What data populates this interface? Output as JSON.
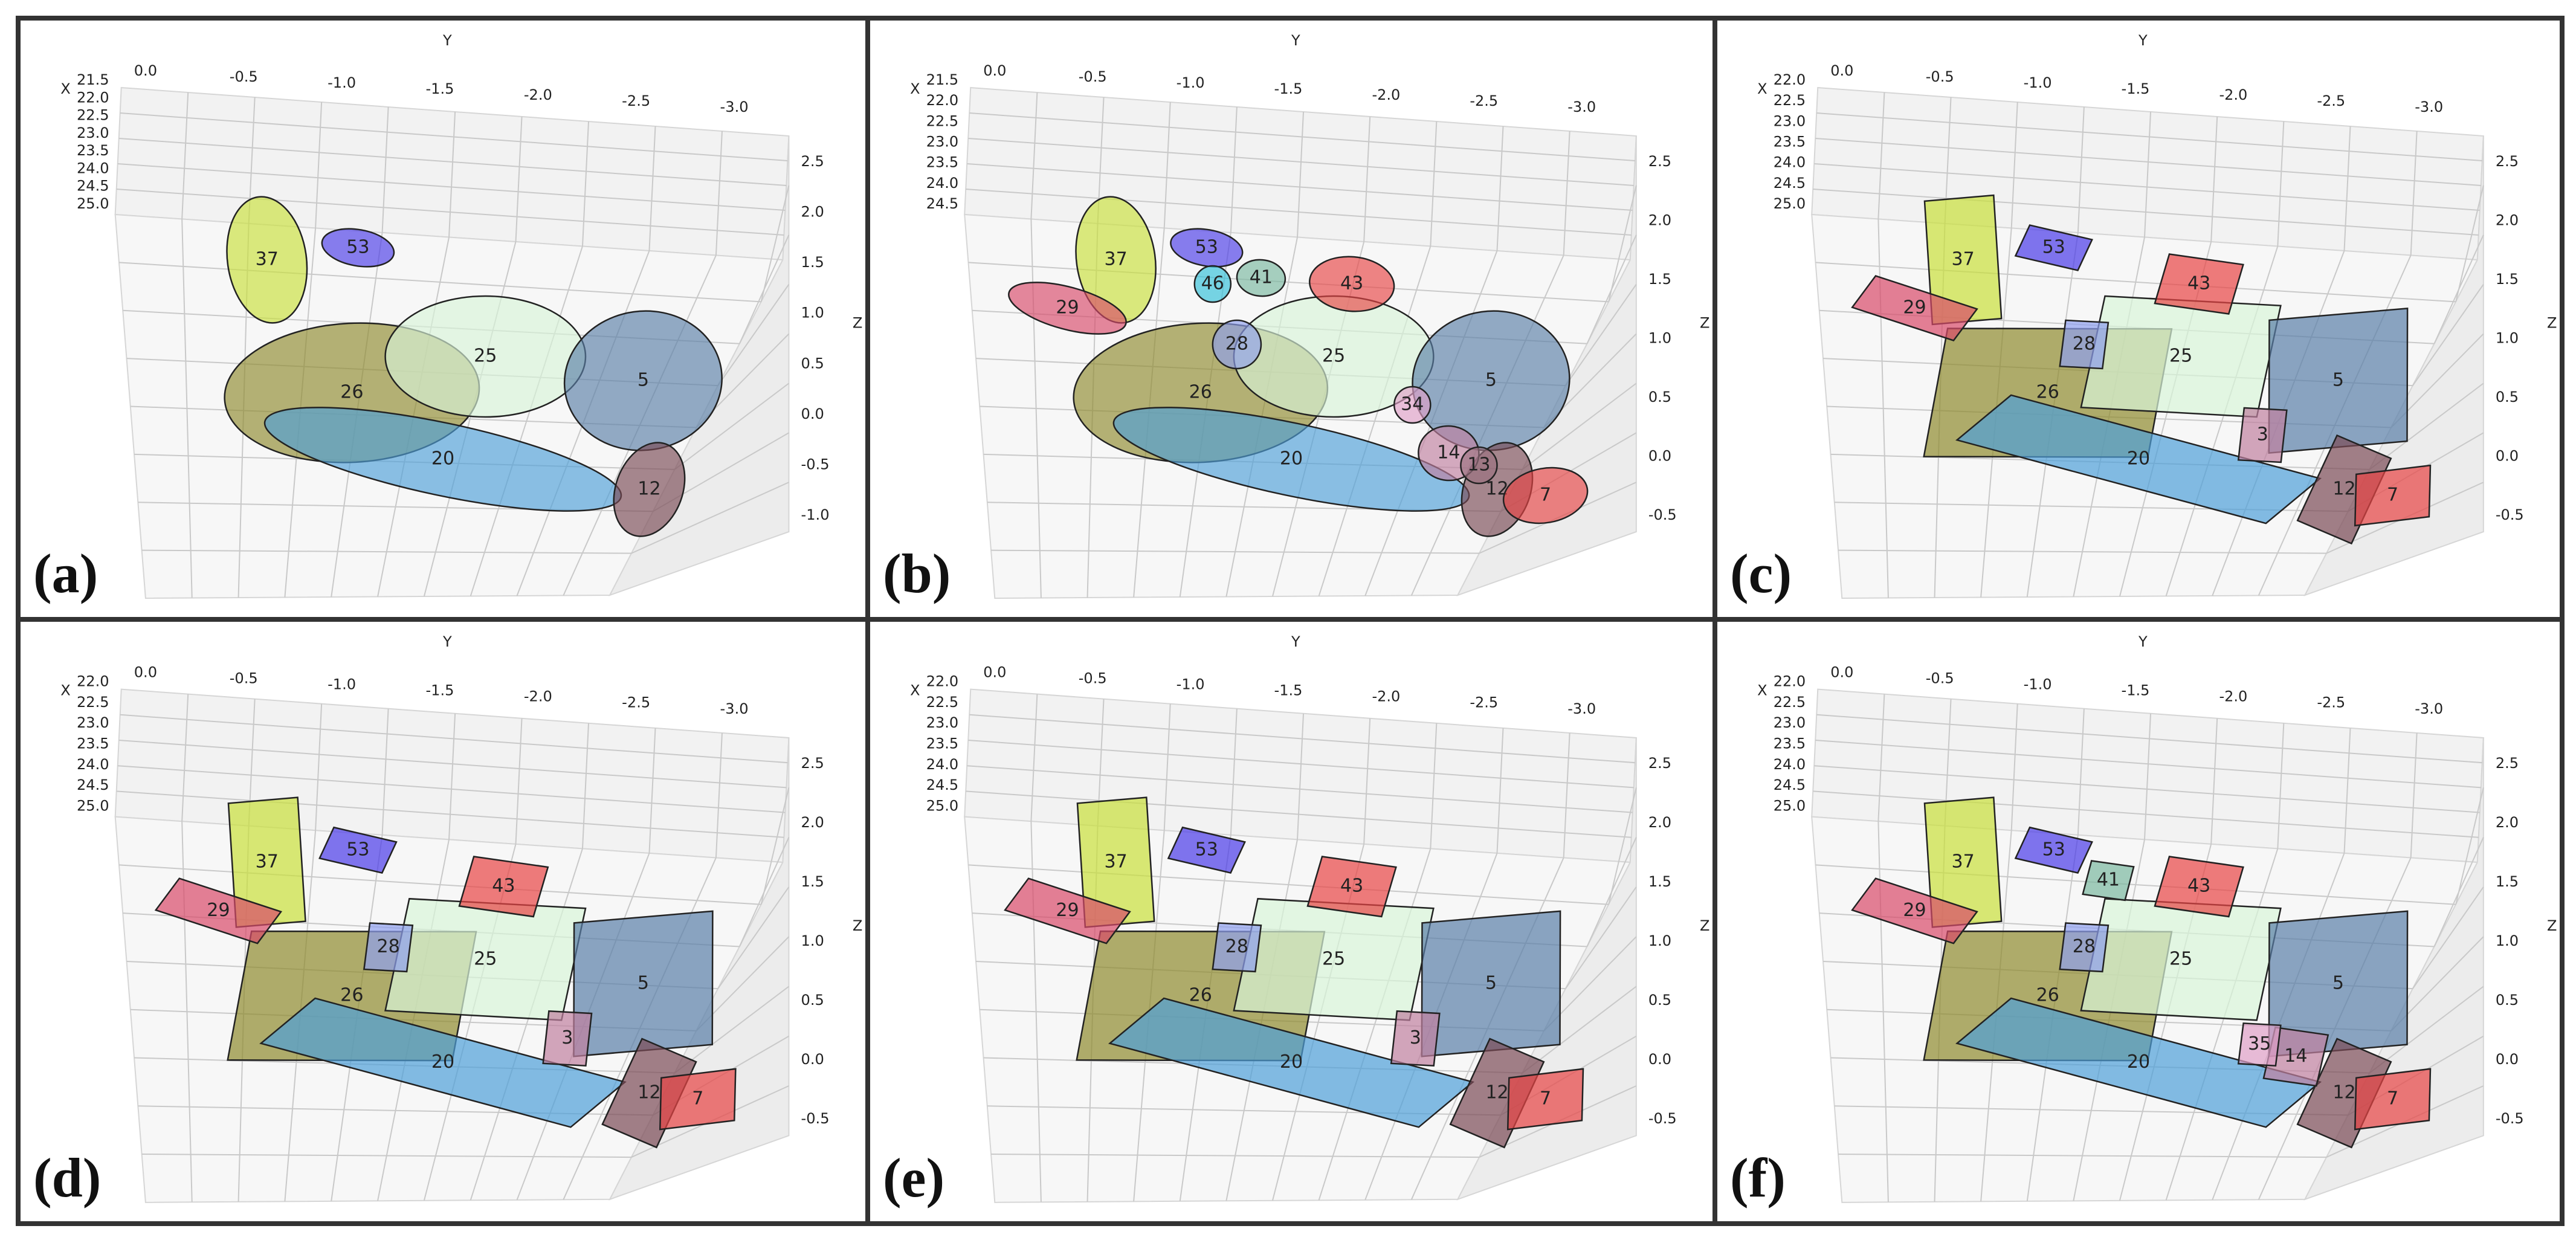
{
  "panels": [
    {
      "label": "(a)",
      "shape": "ellipse",
      "x_axis": {
        "letter": "X",
        "ticks": [
          "21.5",
          "22.0",
          "22.5",
          "23.0",
          "23.5",
          "24.0",
          "24.5",
          "25.0"
        ]
      },
      "y_axis": {
        "letter": "Y",
        "ticks": [
          "0.0",
          "-0.5",
          "-1.0",
          "-1.5",
          "-2.0",
          "-2.5",
          "-3.0"
        ]
      },
      "z_axis": {
        "letter": "Z",
        "ticks": [
          "2.5",
          "2.0",
          "1.5",
          "1.0",
          "0.5",
          "0.0",
          "-0.5",
          "-1.0"
        ]
      },
      "plates": [
        {
          "id": "37",
          "color": "#c9e03a"
        },
        {
          "id": "53",
          "color": "#4a3be8"
        },
        {
          "id": "25",
          "color": "#d8f5d8"
        },
        {
          "id": "26",
          "color": "#8f8a2e"
        },
        {
          "id": "5",
          "color": "#5a7fa8"
        },
        {
          "id": "20",
          "color": "#4f9fd8"
        },
        {
          "id": "12",
          "color": "#7a4a55"
        }
      ]
    },
    {
      "label": "(b)",
      "shape": "ellipse",
      "x_axis": {
        "letter": "X",
        "ticks": [
          "21.5",
          "22.0",
          "22.5",
          "23.0",
          "23.5",
          "24.0",
          "24.5"
        ]
      },
      "y_axis": {
        "letter": "Y",
        "ticks": [
          "0.0",
          "-0.5",
          "-1.0",
          "-1.5",
          "-2.0",
          "-2.5",
          "-3.0"
        ]
      },
      "z_axis": {
        "letter": "Z",
        "ticks": [
          "2.5",
          "2.0",
          "1.5",
          "1.0",
          "0.5",
          "0.0",
          "-0.5"
        ]
      },
      "plates": [
        {
          "id": "37",
          "color": "#c9e03a"
        },
        {
          "id": "53",
          "color": "#4a3be8"
        },
        {
          "id": "41",
          "color": "#7ab8a0"
        },
        {
          "id": "43",
          "color": "#e84545"
        },
        {
          "id": "46",
          "color": "#30c0d8"
        },
        {
          "id": "29",
          "color": "#d84a6a"
        },
        {
          "id": "28",
          "color": "#8fa0f0"
        },
        {
          "id": "25",
          "color": "#d8f5d8"
        },
        {
          "id": "26",
          "color": "#8f8a2e"
        },
        {
          "id": "5",
          "color": "#5a7fa8"
        },
        {
          "id": "34",
          "color": "#e0a0c8"
        },
        {
          "id": "14",
          "color": "#c080a0"
        },
        {
          "id": "13",
          "color": "#9a7080"
        },
        {
          "id": "12",
          "color": "#7a4a55"
        },
        {
          "id": "20",
          "color": "#4f9fd8"
        },
        {
          "id": "7",
          "color": "#e84545"
        }
      ]
    },
    {
      "label": "(c)",
      "shape": "polygon",
      "x_axis": {
        "letter": "X",
        "ticks": [
          "22.0",
          "22.5",
          "23.0",
          "23.5",
          "24.0",
          "24.5",
          "25.0"
        ]
      },
      "y_axis": {
        "letter": "Y",
        "ticks": [
          "0.0",
          "-0.5",
          "-1.0",
          "-1.5",
          "-2.0",
          "-2.5",
          "-3.0"
        ]
      },
      "z_axis": {
        "letter": "Z",
        "ticks": [
          "2.5",
          "2.0",
          "1.5",
          "1.0",
          "0.5",
          "0.0",
          "-0.5"
        ]
      },
      "plates": [
        {
          "id": "37",
          "color": "#c9e03a"
        },
        {
          "id": "53",
          "color": "#4a3be8"
        },
        {
          "id": "43",
          "color": "#e84545"
        },
        {
          "id": "29",
          "color": "#d84a6a"
        },
        {
          "id": "28",
          "color": "#8fa0f0"
        },
        {
          "id": "25",
          "color": "#d8f5d8"
        },
        {
          "id": "26",
          "color": "#8f8a2e"
        },
        {
          "id": "5",
          "color": "#5a7fa8"
        },
        {
          "id": "3",
          "color": "#c080a0"
        },
        {
          "id": "12",
          "color": "#7a4a55"
        },
        {
          "id": "20",
          "color": "#4f9fd8"
        },
        {
          "id": "7",
          "color": "#e84545"
        }
      ]
    },
    {
      "label": "(d)",
      "shape": "polygon",
      "x_axis": {
        "letter": "X",
        "ticks": [
          "22.0",
          "22.5",
          "23.0",
          "23.5",
          "24.0",
          "24.5",
          "25.0"
        ]
      },
      "y_axis": {
        "letter": "Y",
        "ticks": [
          "0.0",
          "-0.5",
          "-1.0",
          "-1.5",
          "-2.0",
          "-2.5",
          "-3.0"
        ]
      },
      "z_axis": {
        "letter": "Z",
        "ticks": [
          "2.5",
          "2.0",
          "1.5",
          "1.0",
          "0.5",
          "0.0",
          "-0.5"
        ]
      },
      "plates": [
        {
          "id": "37",
          "color": "#c9e03a"
        },
        {
          "id": "53",
          "color": "#4a3be8"
        },
        {
          "id": "43",
          "color": "#e84545"
        },
        {
          "id": "29",
          "color": "#d84a6a"
        },
        {
          "id": "28",
          "color": "#8fa0f0"
        },
        {
          "id": "25",
          "color": "#d8f5d8"
        },
        {
          "id": "26",
          "color": "#8f8a2e"
        },
        {
          "id": "5",
          "color": "#5a7fa8"
        },
        {
          "id": "3",
          "color": "#c080a0"
        },
        {
          "id": "12",
          "color": "#7a4a55"
        },
        {
          "id": "20",
          "color": "#4f9fd8"
        },
        {
          "id": "7",
          "color": "#e84545"
        }
      ]
    },
    {
      "label": "(e)",
      "shape": "polygon",
      "x_axis": {
        "letter": "X",
        "ticks": [
          "22.0",
          "22.5",
          "23.0",
          "23.5",
          "24.0",
          "24.5",
          "25.0"
        ]
      },
      "y_axis": {
        "letter": "Y",
        "ticks": [
          "0.0",
          "-0.5",
          "-1.0",
          "-1.5",
          "-2.0",
          "-2.5",
          "-3.0"
        ]
      },
      "z_axis": {
        "letter": "Z",
        "ticks": [
          "2.5",
          "2.0",
          "1.5",
          "1.0",
          "0.5",
          "0.0",
          "-0.5"
        ]
      },
      "plates": [
        {
          "id": "37",
          "color": "#c9e03a"
        },
        {
          "id": "53",
          "color": "#4a3be8"
        },
        {
          "id": "43",
          "color": "#e84545"
        },
        {
          "id": "29",
          "color": "#d84a6a"
        },
        {
          "id": "28",
          "color": "#8fa0f0"
        },
        {
          "id": "25",
          "color": "#d8f5d8"
        },
        {
          "id": "26",
          "color": "#8f8a2e"
        },
        {
          "id": "5",
          "color": "#5a7fa8"
        },
        {
          "id": "3",
          "color": "#c080a0"
        },
        {
          "id": "12",
          "color": "#7a4a55"
        },
        {
          "id": "20",
          "color": "#4f9fd8"
        },
        {
          "id": "7",
          "color": "#e84545"
        }
      ]
    },
    {
      "label": "(f)",
      "shape": "polygon",
      "x_axis": {
        "letter": "X",
        "ticks": [
          "22.0",
          "22.5",
          "23.0",
          "23.5",
          "24.0",
          "24.5",
          "25.0"
        ]
      },
      "y_axis": {
        "letter": "Y",
        "ticks": [
          "0.0",
          "-0.5",
          "-1.0",
          "-1.5",
          "-2.0",
          "-2.5",
          "-3.0"
        ]
      },
      "z_axis": {
        "letter": "Z",
        "ticks": [
          "2.5",
          "2.0",
          "1.5",
          "1.0",
          "0.5",
          "0.0",
          "-0.5"
        ]
      },
      "plates": [
        {
          "id": "37",
          "color": "#c9e03a"
        },
        {
          "id": "53",
          "color": "#4a3be8"
        },
        {
          "id": "41",
          "color": "#7ab8a0"
        },
        {
          "id": "43",
          "color": "#e84545"
        },
        {
          "id": "29",
          "color": "#d84a6a"
        },
        {
          "id": "28",
          "color": "#8fa0f0"
        },
        {
          "id": "25",
          "color": "#d8f5d8"
        },
        {
          "id": "26",
          "color": "#8f8a2e"
        },
        {
          "id": "5",
          "color": "#5a7fa8"
        },
        {
          "id": "35",
          "color": "#e0a0c8"
        },
        {
          "id": "14",
          "color": "#c080a0"
        },
        {
          "id": "12",
          "color": "#7a4a55"
        },
        {
          "id": "20",
          "color": "#4f9fd8"
        },
        {
          "id": "7",
          "color": "#e84545"
        }
      ]
    }
  ]
}
